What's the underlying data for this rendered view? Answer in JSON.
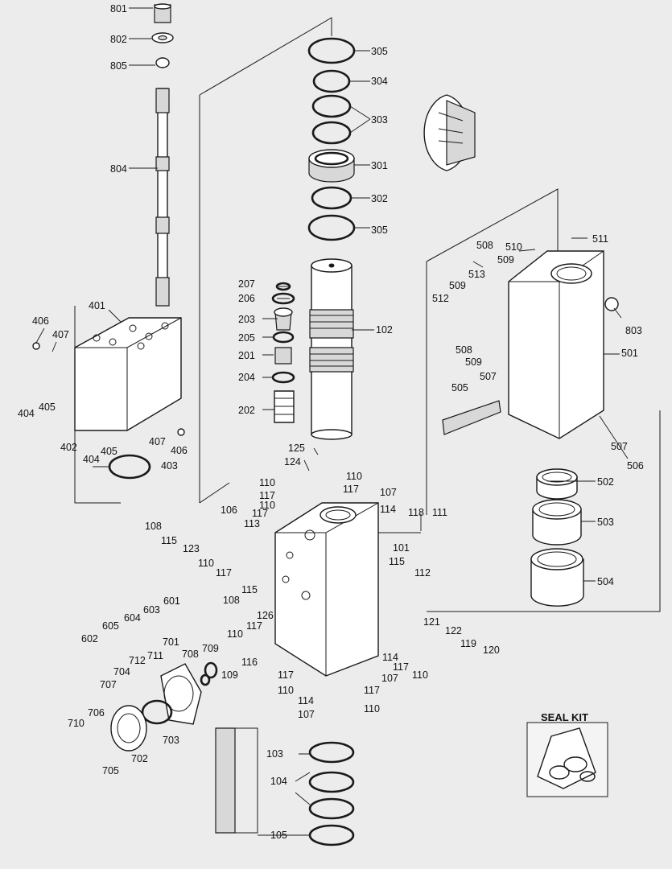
{
  "labels": {
    "p801": "801",
    "p802": "802",
    "p805": "805",
    "p804": "804",
    "p305a": "305",
    "p304": "304",
    "p303": "303",
    "p301": "301",
    "p302": "302",
    "p305b": "305",
    "p401": "401",
    "p406a": "406",
    "p407a": "407",
    "p404a": "404",
    "p405a": "405",
    "p402": "402",
    "p404b": "404",
    "p405b": "405",
    "p407b": "407",
    "p406b": "406",
    "p403": "403",
    "p207": "207",
    "p206": "206",
    "p203": "203",
    "p205": "205",
    "p201": "201",
    "p204": "204",
    "p202": "202",
    "p102": "102",
    "p125": "125",
    "p124": "124",
    "p110a": "110",
    "p117a": "117",
    "p110b": "110",
    "p117b": "117",
    "p110c": "110",
    "p117c": "117",
    "p107a": "107",
    "p114a": "114",
    "p118": "118",
    "p111": "111",
    "p101": "101",
    "p106": "106",
    "p113": "113",
    "p108a": "108",
    "p115a": "115",
    "p123": "123",
    "p110d": "110",
    "p117d": "117",
    "p108b": "108",
    "p115b": "115",
    "p115c": "115",
    "p112": "112",
    "p601": "601",
    "p603": "603",
    "p604": "604",
    "p605": "605",
    "p602": "602",
    "p126": "126",
    "p117e": "117",
    "p110e": "110",
    "p121": "121",
    "p122": "122",
    "p119": "119",
    "p120": "120",
    "p114b": "114",
    "p117f": "117",
    "p110f": "110",
    "p107b": "107",
    "p116": "116",
    "p109": "109",
    "p117g": "117",
    "p110g": "110",
    "p114c": "114",
    "p107c": "107",
    "p117h": "117",
    "p110h": "110",
    "p701": "701",
    "p708": "708",
    "p709": "709",
    "p712": "712",
    "p711": "711",
    "p704": "704",
    "p707": "707",
    "p706": "706",
    "p710": "710",
    "p703": "703",
    "p702": "702",
    "p705": "705",
    "p103": "103",
    "p104": "104",
    "p105": "105",
    "p508a": "508",
    "p510": "510",
    "p511": "511",
    "p509a": "509",
    "p513": "513",
    "p509b": "509",
    "p512": "512",
    "p803": "803",
    "p508b": "508",
    "p509c": "509",
    "p507a": "507",
    "p501": "501",
    "p505": "505",
    "p507b": "507",
    "p506": "506",
    "p502": "502",
    "p503": "503",
    "p504": "504"
  },
  "seal_kit": {
    "title": "SEAL KIT"
  }
}
